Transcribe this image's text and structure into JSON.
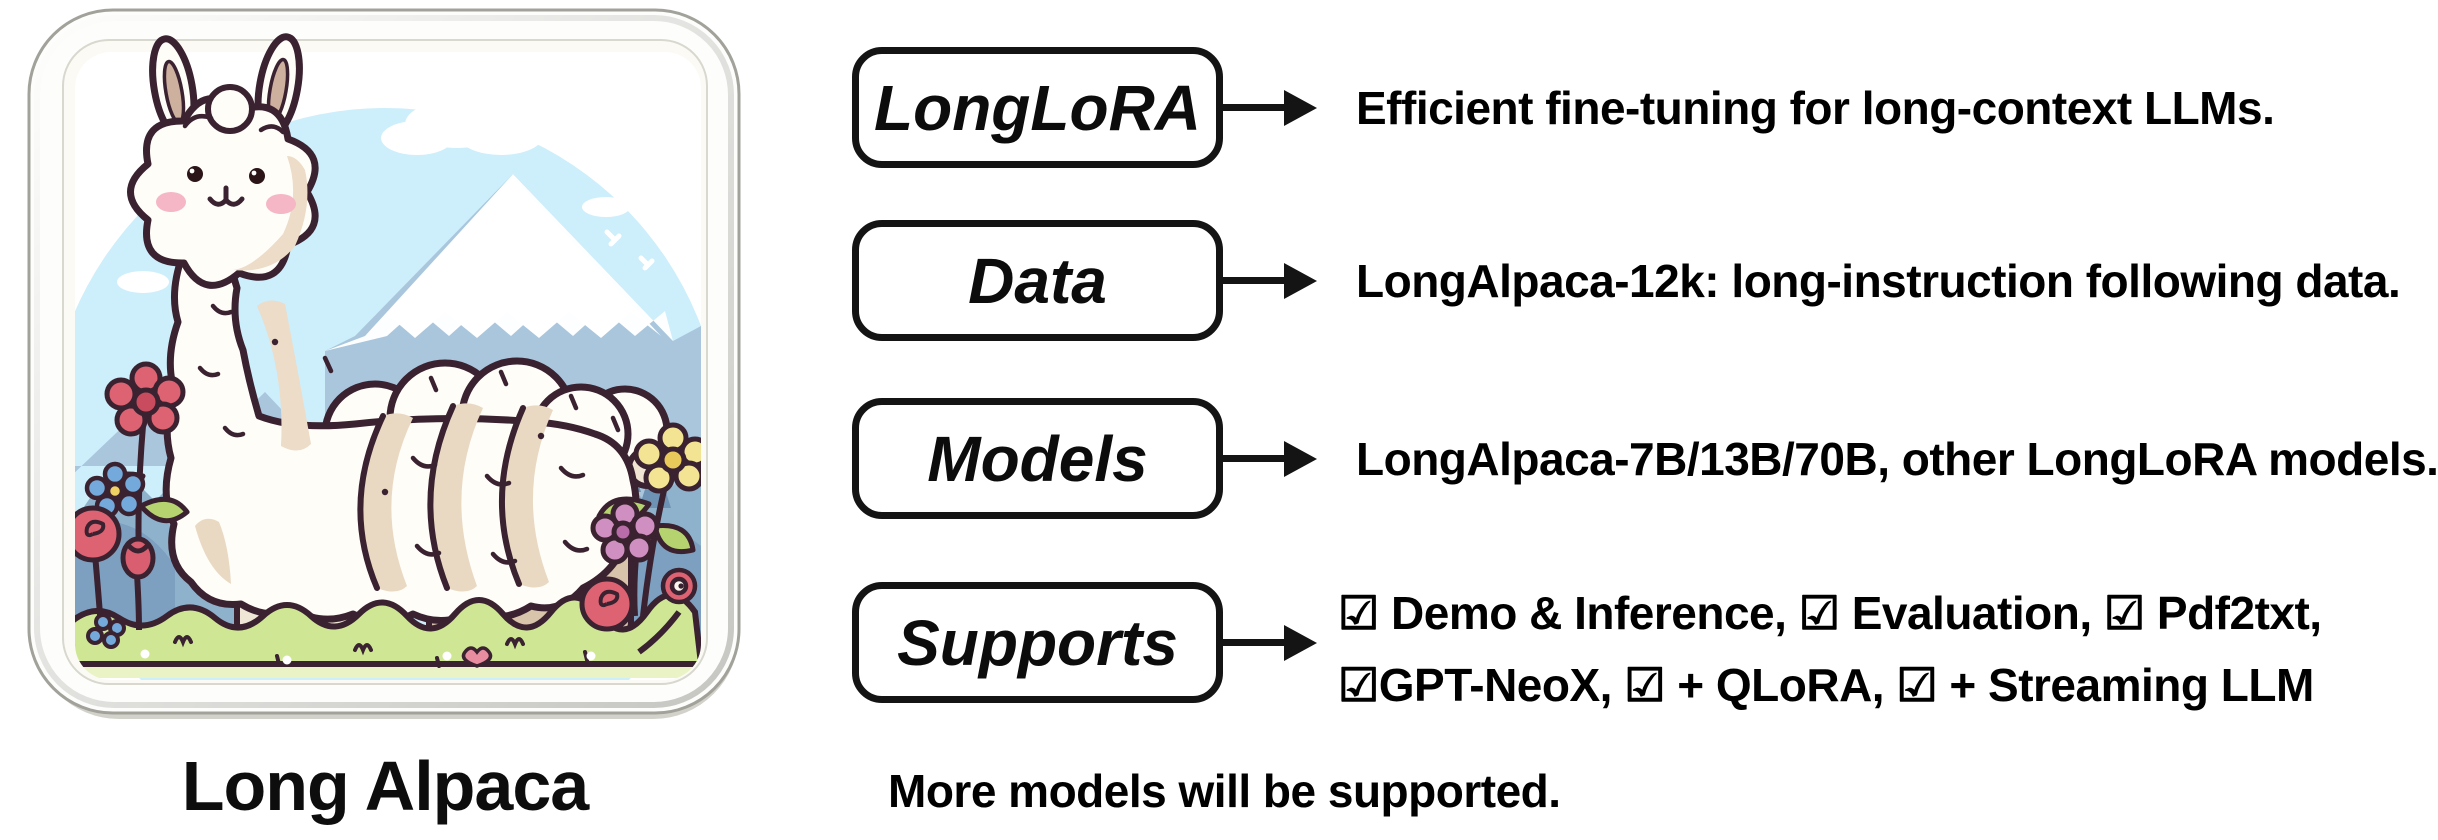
{
  "diagram": {
    "logo": {
      "caption": "Long Alpaca",
      "illustration_icon": "long-alpaca-cartoon-badge"
    },
    "rows": [
      {
        "label": "LongLoRA",
        "description": "Efficient fine-tuning for long-context LLMs."
      },
      {
        "label": "Data",
        "description": "LongAlpaca-12k: long-instruction following data."
      },
      {
        "label": "Models",
        "description": "LongAlpaca-7B/13B/70B, other LongLoRA models."
      },
      {
        "label": "Supports",
        "description_lines": [
          "☑ Demo & Inference, ☑ Evaluation, ☑ Pdf2txt,",
          "☑GPT-NeoX, ☑ + QLoRA, ☑ + Streaming LLM"
        ]
      }
    ],
    "footer_note": "More models will be supported.",
    "icons": {
      "arrow": "right-arrow",
      "checkbox": "checked-ballot-box"
    },
    "colors": {
      "box_border": "#141414",
      "arrow": "#141414",
      "text": "#000000",
      "outline_ink": "#3a2230",
      "sky_blue": "#cdeefb",
      "mountain_mid": "#a9c6dd",
      "mountain_dark": "#8fb2cc",
      "hill_edge": "#7d9fc0",
      "grass_green": "#cfe794",
      "wool_white": "#fffdf8",
      "wool_tan": "#e9d9c3",
      "leg_tan": "#d8c3ab",
      "cheek_pink": "#f5b6c5",
      "flower_red": "#dd6272",
      "flower_blue": "#74a9dc",
      "flower_yellow": "#f2e492",
      "flower_pink": "#cf8fc0"
    }
  }
}
